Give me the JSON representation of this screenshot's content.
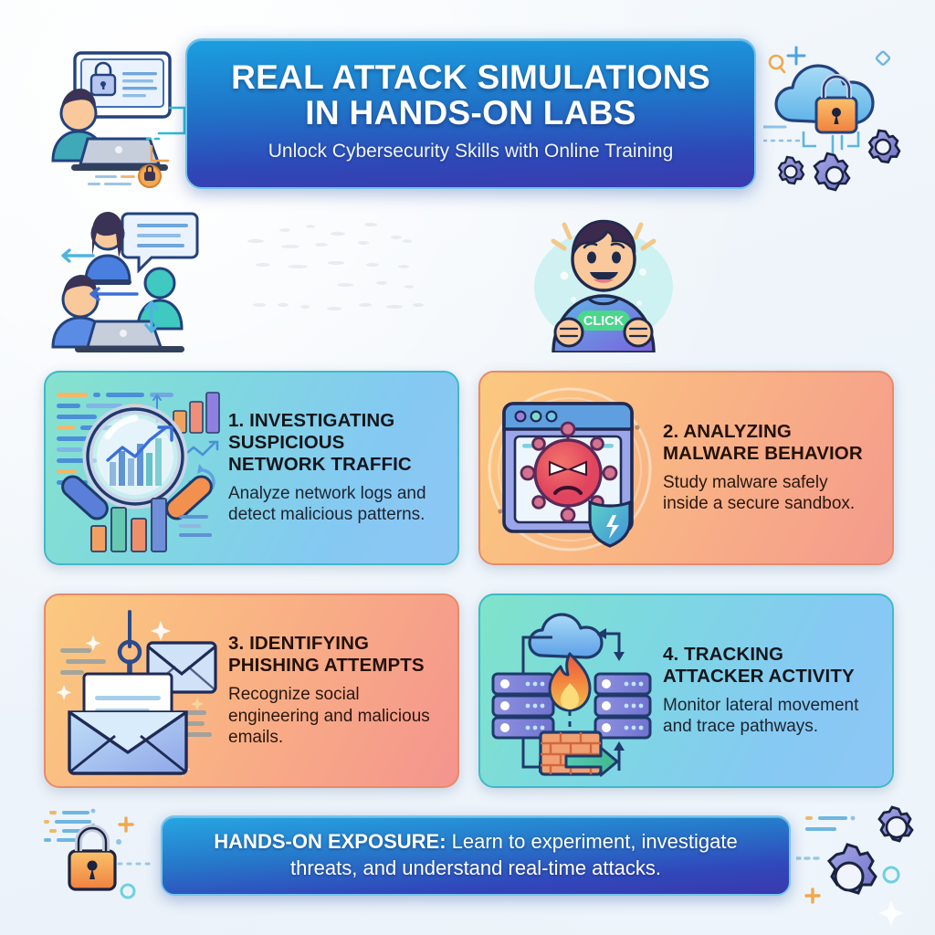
{
  "header": {
    "title_line1": "REAL ATTACK SIMULATIONS",
    "title_line2": "IN HANDS-ON LABS",
    "subtitle": "Unlock Cybersecurity Skills with Online Training"
  },
  "illustrations": {
    "top_left": "person-at-laptop-with-lock-screen",
    "top_right": "cloud-with-padlock-and-gears",
    "mid_left": "team-collaboration-with-chat-bubble",
    "mid_center": "excited-person-with-click-shirt",
    "click_badge": "CLICK",
    "bottom_left": "orange-padlock",
    "bottom_right": "purple-gears"
  },
  "cards": [
    {
      "number": "1.",
      "title": "1. INVESTIGATING SUSPICIOUS NETWORK TRAFFIC",
      "desc": "Analyze network logs and detect malicious patterns.",
      "icon": "magnifying-glass-over-bar-chart-icon",
      "accent": "#3fb9c9",
      "gradient_from": "#86e2cd",
      "gradient_to": "#8ec6f5"
    },
    {
      "number": "2.",
      "title": "2. ANALYZING MALWARE BEHAVIOR",
      "desc": "Study malware safely inside a secure sandbox.",
      "icon": "virus-in-browser-window-with-shield-icon",
      "accent": "#e88a6a",
      "gradient_from": "#fbc97f",
      "gradient_to": "#f49a8d"
    },
    {
      "number": "3.",
      "title": "3. IDENTIFYING PHISHING ATTEMPTS",
      "desc": "Recognize social engineering and malicious emails.",
      "icon": "fishing-hook-with-envelope-icon",
      "accent": "#e88a6a",
      "gradient_from": "#fbc97f",
      "gradient_to": "#f4948e"
    },
    {
      "number": "4.",
      "title": "4. TRACKING ATTACKER ACTIVITY",
      "desc": "Monitor lateral movement and trace pathways.",
      "icon": "servers-firewall-cloud-network-icon",
      "accent": "#3fb9c9",
      "gradient_from": "#7fe3c9",
      "gradient_to": "#8fc7f6"
    }
  ],
  "footer": {
    "lead": "HANDS-ON EXPOSURE:",
    "rest": " Learn to experiment, investigate threats, and understand real-time attacks."
  },
  "colors": {
    "banner_blue": "#2679ca",
    "banner_deep": "#3a39ad",
    "teal": "#7fe3c9",
    "orange": "#fbc97f",
    "salmon": "#f49a8d",
    "page_background": "#f4f8fc"
  }
}
